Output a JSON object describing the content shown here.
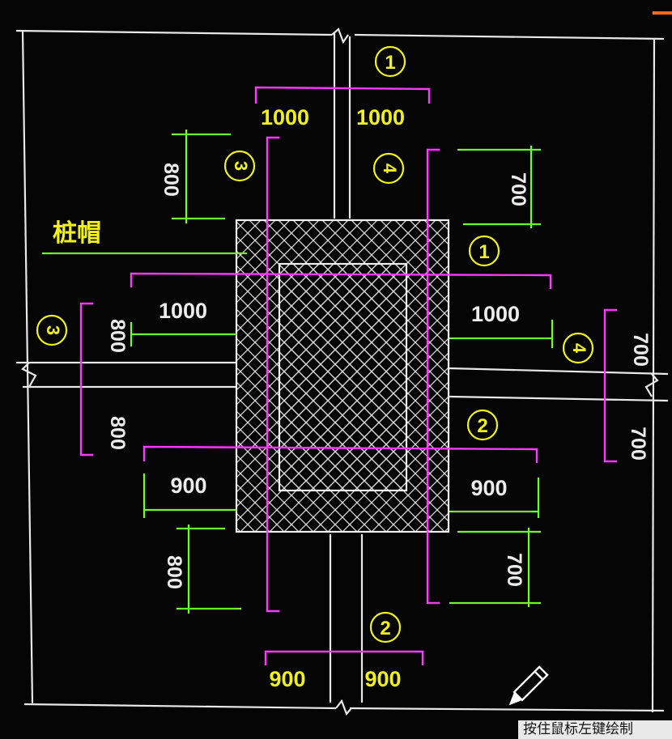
{
  "drawing": {
    "label_cap": "桩帽",
    "top_circle_1": "1",
    "top_dim_left": "1000",
    "top_dim_right": "1000",
    "circle_3_upper": "3",
    "circle_4_upper": "4",
    "dim_800_upper_left": "800",
    "dim_700_upper_right": "700",
    "circle_1_right": "1",
    "dim_1000_left": "1000",
    "dim_1000_right": "1000",
    "circle_3_left": "3",
    "circle_4_right": "4",
    "dim_800_left_a": "800",
    "dim_800_left_b": "800",
    "dim_700_right_a": "700",
    "dim_700_right_b": "700",
    "circle_2_right": "2",
    "dim_900_left": "900",
    "dim_900_right": "900",
    "dim_800_lower_left": "800",
    "dim_700_lower_right": "700",
    "bottom_circle_2": "2",
    "bottom_dim_left": "900",
    "bottom_dim_right": "900"
  },
  "status_bar": {
    "hint": "按住鼠标左键绘制"
  },
  "colors": {
    "background": "#050505",
    "white_line": "#e8e8e8",
    "green_dim": "#6cff2a",
    "magenta_dim": "#ff39ff",
    "yellow_text": "#f2f21a"
  },
  "icons": {
    "cursor": "pencil-icon"
  }
}
